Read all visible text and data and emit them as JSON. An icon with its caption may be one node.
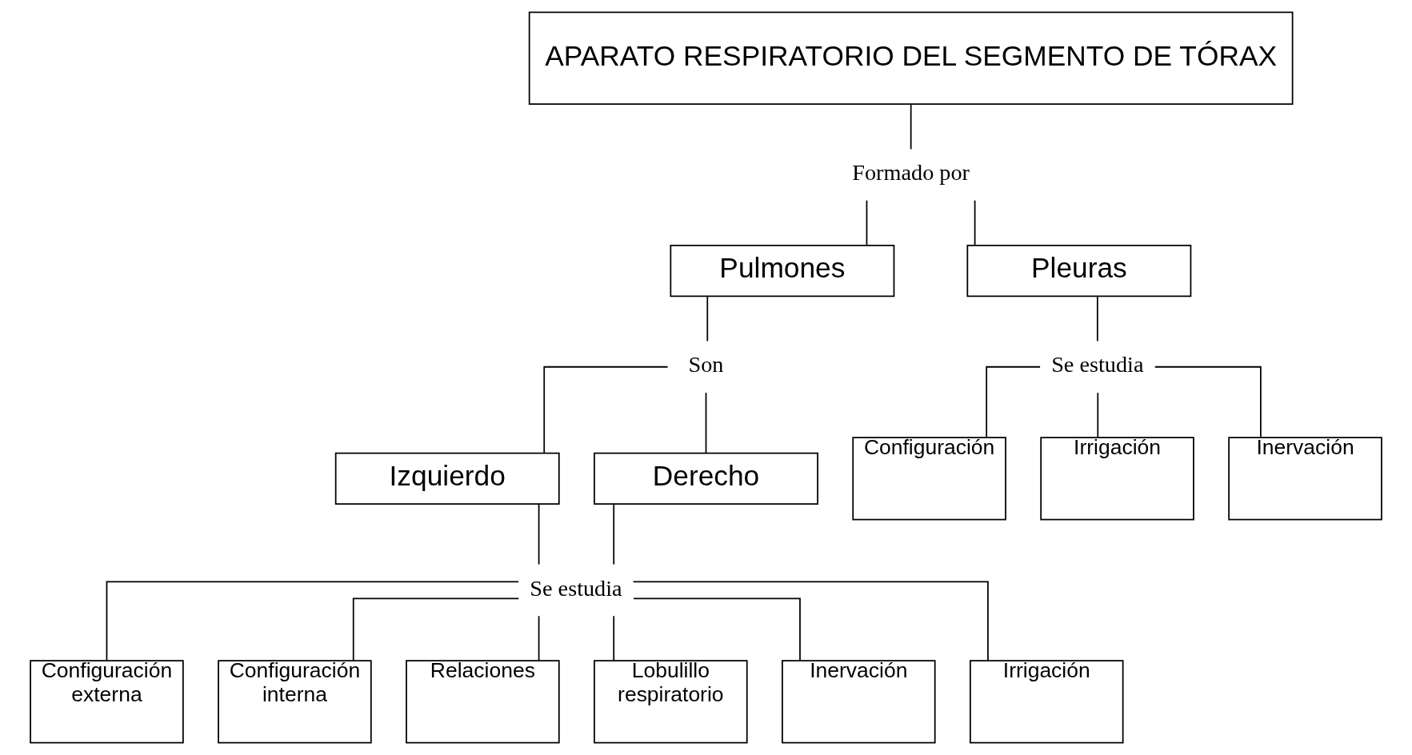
{
  "diagram": {
    "nodes": [
      {
        "text": [
          "APARATO RESPIRATORIO DEL SEGMENTO DE TÓRAX"
        ]
      },
      {
        "text": [
          "Formado por"
        ]
      },
      {
        "text": [
          "Pulmones"
        ]
      },
      {
        "text": [
          "Pleuras"
        ]
      },
      {
        "text": [
          "Son"
        ]
      },
      {
        "text": [
          "Izquierdo"
        ]
      },
      {
        "text": [
          "Derecho"
        ]
      },
      {
        "text": [
          "Se estudia"
        ]
      },
      {
        "text": [
          "Configuración externa"
        ]
      },
      {
        "text": [
          "Configuración interna"
        ]
      },
      {
        "text": [
          "Relaciones"
        ]
      },
      {
        "text": [
          "Lobulillo respiratorio"
        ]
      },
      {
        "text": [
          "Inervación"
        ]
      },
      {
        "text": [
          "Irrigación"
        ]
      },
      {
        "text": [
          "Se estudia"
        ]
      },
      {
        "text": [
          "Configuración"
        ]
      },
      {
        "text": [
          "Irrigación"
        ]
      },
      {
        "text": [
          "Inervación"
        ]
      }
    ],
    "edges": [
      {
        "from": 0,
        "to": 1,
        "arrow": "none"
      },
      {
        "from": 1,
        "to": 2,
        "arrow": "none"
      },
      {
        "from": 1,
        "to": 3,
        "arrow": "none"
      },
      {
        "from": 2,
        "to": 4,
        "arrow": "none"
      },
      {
        "from": 4,
        "to": 5,
        "arrow": "none"
      },
      {
        "from": 4,
        "to": 6,
        "arrow": "none"
      },
      {
        "from": 5,
        "to": 7,
        "arrow": "none"
      },
      {
        "from": 6,
        "to": 7,
        "arrow": "none"
      },
      {
        "from": 7,
        "to": 8,
        "arrow": "none"
      },
      {
        "from": 7,
        "to": 9,
        "arrow": "none"
      },
      {
        "from": 7,
        "to": 10,
        "arrow": "none"
      },
      {
        "from": 7,
        "to": 11,
        "arrow": "none"
      },
      {
        "from": 7,
        "to": 12,
        "arrow": "none"
      },
      {
        "from": 7,
        "to": 13,
        "arrow": "none"
      },
      {
        "from": 3,
        "to": 14,
        "arrow": "none"
      },
      {
        "from": 14,
        "to": 15,
        "arrow": "none"
      },
      {
        "from": 14,
        "to": 16,
        "arrow": "none"
      },
      {
        "from": 14,
        "to": 17,
        "arrow": "none"
      }
    ]
  }
}
